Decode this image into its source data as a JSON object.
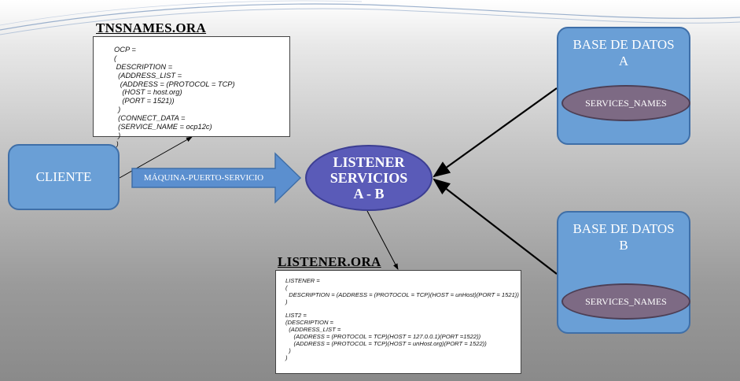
{
  "headings": {
    "tnsnames": "TNSNAMES.ORA",
    "listener_ora": "LISTENER.ORA"
  },
  "tnsnames_code": "OCP =\n(\n DESCRIPTION =\n  (ADDRESS_LIST =\n   (ADDRESS = (PROTOCOL = TCP)\n    (HOST = host.org)\n    (PORT = 1521))\n  )\n  (CONNECT_DATA =\n  (SERVICE_NAME = ocp12c)\n  )\n )",
  "listener_code": "LISTENER =\n(\n  DESCRIPTION = (ADDRESS = (PROTOCOL = TCP)(HOST = unHost)(PORT = 1521))\n)\n\nLIST2 =\n(DESCRIPTION =\n  (ADDRESS_LIST =\n     (ADDRESS = (PROTOCOL = TCP)(HOST = 127.0.0.1)(PORT =1522))\n     (ADDRESS = (PROTOCOL = TCP)(HOST = unHost.org)(PORT = 1522))\n  )\n)",
  "cliente": "CLIENTE",
  "arrow_label": "MÁQUINA-PUERTO-SERVICIO",
  "listener": {
    "line1": "LISTENER",
    "line2": "SERVICIOS",
    "line3": "A - B"
  },
  "db_a": {
    "line1": "BASE DE DATOS",
    "line2": "A",
    "service": "SERVICES_NAMES"
  },
  "db_b": {
    "line1": "BASE DE DATOS",
    "line2": "B",
    "service": "SERVICES_NAMES"
  },
  "colors": {
    "node_fill": "#6a9fd6",
    "listener_fill": "#5a5bb8",
    "service_fill": "#7d6a84"
  }
}
